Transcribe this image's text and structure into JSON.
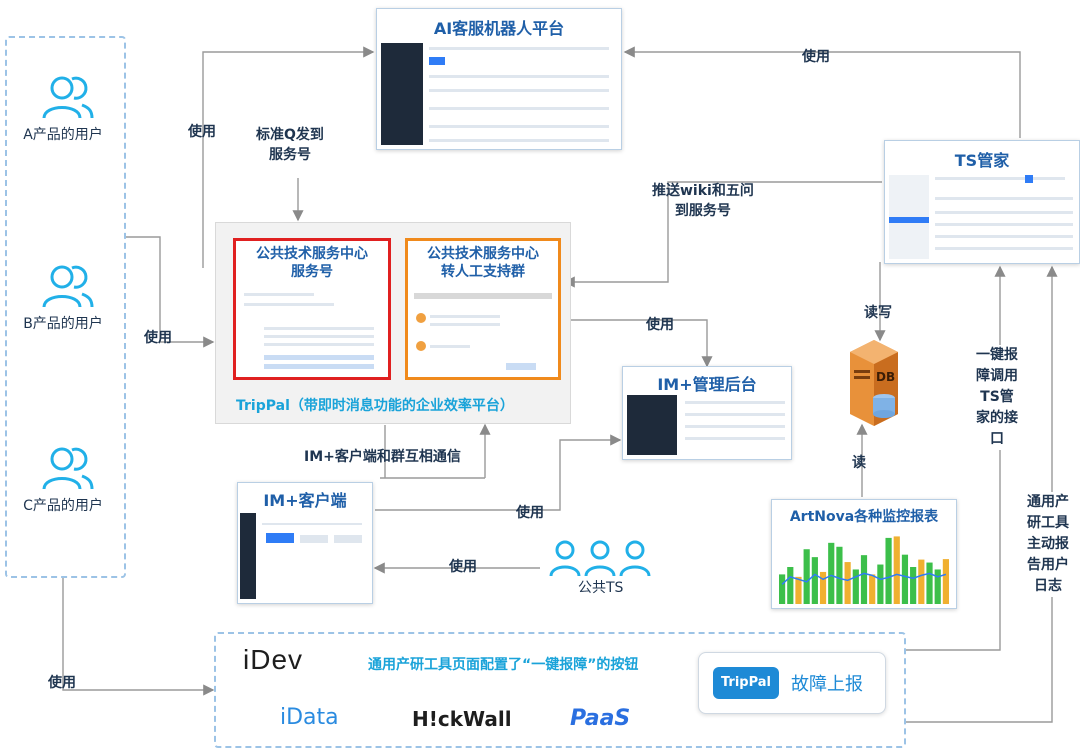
{
  "users": [
    {
      "label": "A产品的用户"
    },
    {
      "label": "B产品的用户"
    },
    {
      "label": "C产品的用户"
    }
  ],
  "ai_platform": {
    "title": "AI客服机器人平台"
  },
  "ts_manager": {
    "title": "TS管家"
  },
  "tripal": {
    "service_title_line1": "公共技术服务中心",
    "service_title_line2": "服务号",
    "group_title_line1": "公共技术服务中心",
    "group_title_line2": "转人工支持群",
    "caption": "TripPal（带即时消息功能的企业效率平台）"
  },
  "im_admin": {
    "title": "IM+管理后台"
  },
  "im_client": {
    "title": "IM+客户端"
  },
  "artnova": {
    "title": "ArtNova各种监控报表",
    "bar_values": [
      60,
      75,
      55,
      111,
      95,
      65,
      124,
      116,
      85,
      70,
      99,
      60,
      80,
      134,
      137,
      100,
      75,
      90,
      84,
      70,
      91
    ],
    "line_values": [
      40,
      55,
      50,
      45,
      60,
      50,
      58,
      52,
      48,
      55,
      62,
      58,
      50,
      54,
      60,
      56,
      52,
      58,
      62,
      55,
      60
    ]
  },
  "db": {
    "label": "DB"
  },
  "public_ts": {
    "label": "公共TS"
  },
  "tools": {
    "headline": "通用产研工具页面配置了“一键报障”的按钮",
    "idev": "iDev",
    "idata": "iData",
    "hickwall": "H!ckWall",
    "paas": "PaaS",
    "tripal_logo": "TripPal",
    "report_btn": "故障上报"
  },
  "edges": {
    "use": "使用",
    "std_q_line1": "标准Q发到",
    "std_q_line2": "服务号",
    "push_wiki_line1": "推送wiki和五问",
    "push_wiki_line2": "到服务号",
    "read_write": "读写",
    "read": "读",
    "im_comm": "IM+客户端和群互相通信",
    "one_click": "一键报障调用TS管家的接口",
    "auto_report": "通用产研工具主动报告用户日志"
  }
}
